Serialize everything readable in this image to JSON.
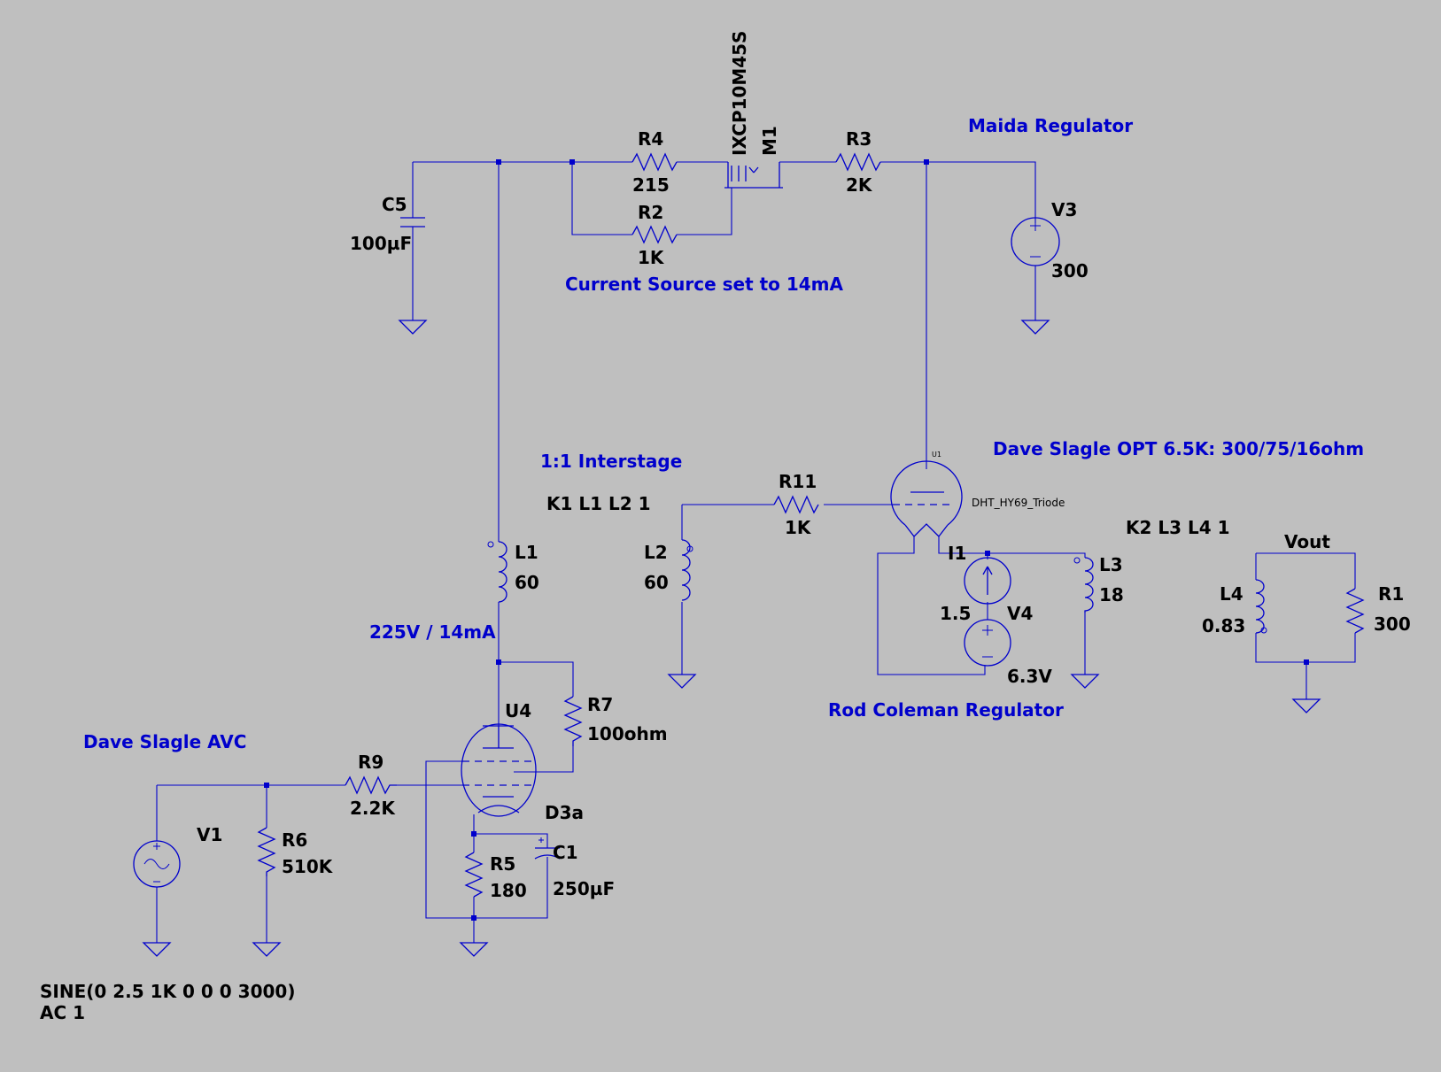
{
  "annotations": {
    "maida": "Maida Regulator",
    "current_source": "Current Source set to 14mA",
    "interstage": "1:1 Interstage",
    "opt": "Dave Slagle OPT 6.5K: 300/75/16ohm",
    "bias_point": "225V / 14mA",
    "rod": "Rod Coleman Regulator",
    "avc": "Dave Slagle AVC"
  },
  "spice": {
    "k1": "K1 L1 L2 1",
    "k2": "K2 L3 L4 1",
    "v1_line1": "SINE(0 2.5 1K 0 0 0 3000)",
    "v1_line2": "AC 1"
  },
  "components": {
    "C5": {
      "ref": "C5",
      "value": "100µF"
    },
    "R4": {
      "ref": "R4",
      "value": "215"
    },
    "R2": {
      "ref": "R2",
      "value": "1K"
    },
    "M1": {
      "ref": "M1",
      "value": "IXCP10M45S"
    },
    "R3": {
      "ref": "R3",
      "value": "2K"
    },
    "V3": {
      "ref": "V3",
      "value": "300"
    },
    "U1": {
      "ref": "U1",
      "value": "DHT_HY69_Triode"
    },
    "R11": {
      "ref": "R11",
      "value": "1K"
    },
    "L1": {
      "ref": "L1",
      "value": "60"
    },
    "L2": {
      "ref": "L2",
      "value": "60"
    },
    "I1": {
      "ref": "I1",
      "value": "1.5"
    },
    "V4": {
      "ref": "V4",
      "value": "6.3V"
    },
    "L3": {
      "ref": "L3",
      "value": "18"
    },
    "L4": {
      "ref": "L4",
      "value": "0.83"
    },
    "R1": {
      "ref": "R1",
      "value": "300"
    },
    "U4": {
      "ref": "U4",
      "value": "D3a"
    },
    "R7": {
      "ref": "R7",
      "value": "100ohm"
    },
    "R9": {
      "ref": "R9",
      "value": "2.2K"
    },
    "V1": {
      "ref": "V1",
      "value": ""
    },
    "R6": {
      "ref": "R6",
      "value": "510K"
    },
    "R5": {
      "ref": "R5",
      "value": "180"
    },
    "C1": {
      "ref": "C1",
      "value": "250µF"
    }
  },
  "nets": {
    "vout": "Vout"
  },
  "colors": {
    "background": "#bfbfbf",
    "wire": "#0000cc",
    "component_text": "#000000",
    "annotation_text": "#0000cc"
  }
}
